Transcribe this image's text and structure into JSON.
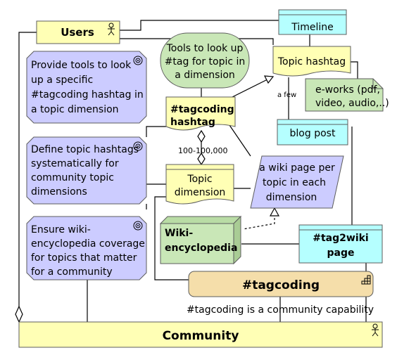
{
  "nodes": {
    "users": "Users",
    "timeline": "Timeline",
    "tools_bubble": [
      "Tools to look up",
      "#tag for topic in",
      "a dimension"
    ],
    "topic_hashtag": "Topic hashtag",
    "goal_lookup": [
      "Provide tools to look",
      "up a specific",
      "#tagcoding hashtag in",
      "a topic dimension"
    ],
    "tagcoding_hashtag": [
      "#tagcoding",
      "hashtag"
    ],
    "eworks": [
      "e-works (pdf,",
      "video, audio,..)"
    ],
    "blog_post": "blog post",
    "goal_define": [
      "Define topic hashtags",
      "systematically for",
      "community topic",
      "dimensions"
    ],
    "topic_dimension": [
      "Topic",
      "dimension"
    ],
    "wiki_page": [
      "a wiki page per",
      "topic in each",
      "dimension"
    ],
    "wiki_encyclopedia": [
      "Wiki-",
      "encyclopedia"
    ],
    "tag2wiki": [
      "#tag2wiki",
      "page"
    ],
    "goal_ensure": [
      "Ensure wiki-",
      "encyclopedia coverage",
      "for topics that matter",
      "for a community"
    ],
    "tagcoding": "#tagcoding",
    "community": "Community"
  },
  "labels": {
    "a_few": "a few",
    "range": "100-100,000",
    "capability": "#tagcoding is a community capability"
  },
  "colors": {
    "yellow": "#ffffb5",
    "cyan": "#b5ffff",
    "green": "#c9e7b7",
    "purple": "#ccccff",
    "tan": "#f5deaa",
    "stroke": "#5c5c5c"
  }
}
